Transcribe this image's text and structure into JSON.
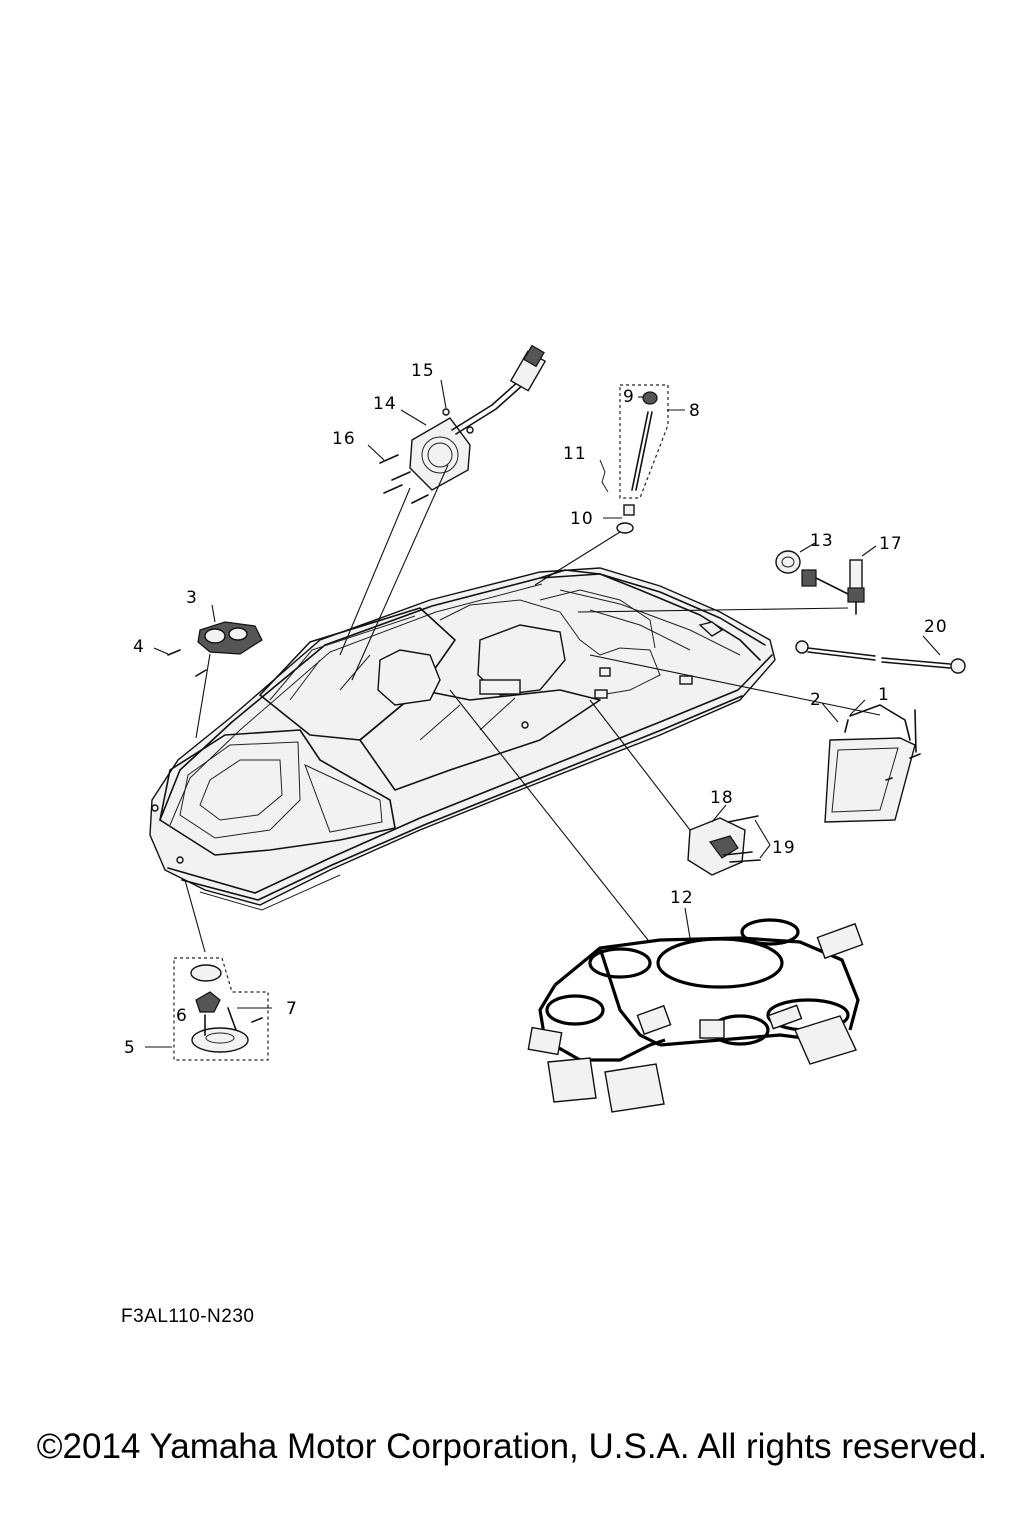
{
  "callouts": [
    "1",
    "2",
    "3",
    "4",
    "5",
    "6",
    "7",
    "8",
    "9",
    "10",
    "11",
    "12",
    "13",
    "14",
    "15",
    "16",
    "17",
    "18",
    "19",
    "20"
  ],
  "part_code": "F3AL110-N230",
  "copyright": "©2014 Yamaha Motor Corporation, U.S.A. All rights reserved."
}
